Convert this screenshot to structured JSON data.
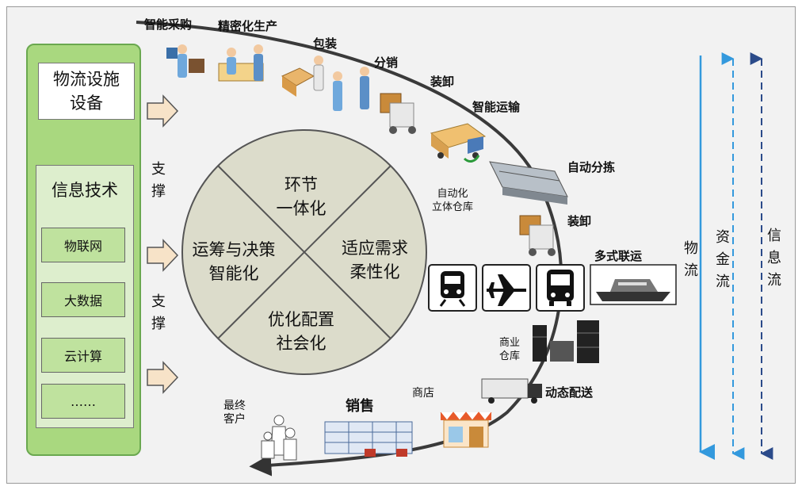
{
  "left_panel": {
    "facility": "物流设施设备",
    "facility_lines": [
      "物流设施",
      "设备"
    ],
    "info_title": "信息技术",
    "tech_items": [
      "物联网",
      "大数据",
      "云计算",
      "……"
    ]
  },
  "support_label": [
    "支",
    "撑"
  ],
  "circle": {
    "top": [
      "环节",
      "一体化"
    ],
    "left": [
      "运筹与决策",
      "智能化"
    ],
    "right": [
      "适应需求",
      "柔性化"
    ],
    "bottom": [
      "优化配置",
      "社会化"
    ]
  },
  "chain": {
    "procurement": "智能采购",
    "production": "精密化生产",
    "packaging": "包装",
    "distribution": "分销",
    "loading": "装卸",
    "transport": "智能运输",
    "sorting": "自动分拣",
    "warehouse": [
      "自动化",
      "立体仓库"
    ],
    "loading2": "装卸",
    "multimodal": "多式联运",
    "commercial_warehouse": [
      "商业",
      "仓库"
    ],
    "dynamic_delivery": "动态配送",
    "store": "商店",
    "sales": "销售",
    "final_customer": [
      "最终",
      "客户"
    ]
  },
  "flows": {
    "logistics": [
      "物",
      "流"
    ],
    "capital": [
      "资",
      "金",
      "流"
    ],
    "information": [
      "信",
      "息",
      "流"
    ]
  },
  "colors": {
    "panel_green": "#a9d87f",
    "tech_green": "#bfe29e",
    "circle_fill": "#dcdccb",
    "flow_blue": "#3399dd",
    "flow_navy": "#2b4b8a"
  },
  "icons": [
    "train-icon",
    "airplane-icon",
    "bus-icon",
    "ship-icon",
    "truck-icon",
    "store-icon"
  ]
}
